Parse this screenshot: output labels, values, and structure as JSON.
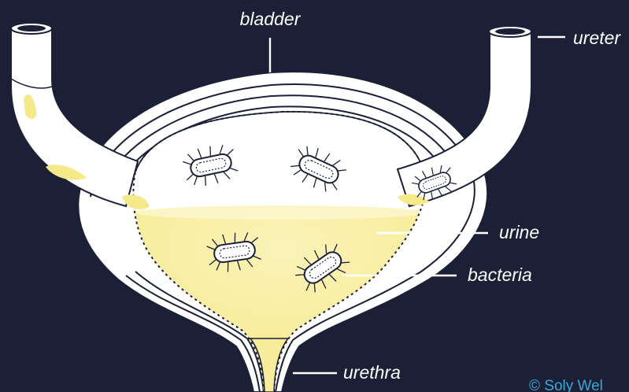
{
  "diagram": {
    "labels": {
      "bladder": "bladder",
      "ureter": "ureter",
      "urine": "urine",
      "bacteria": "bacteria",
      "urethra": "urethra"
    },
    "credit": "© Soly Wel",
    "colors": {
      "background": "#1b2036",
      "urine": "#f7ec9c",
      "tissue": "#ffffff",
      "outline": "#1b2036",
      "credit": "#3aa7d6"
    }
  }
}
